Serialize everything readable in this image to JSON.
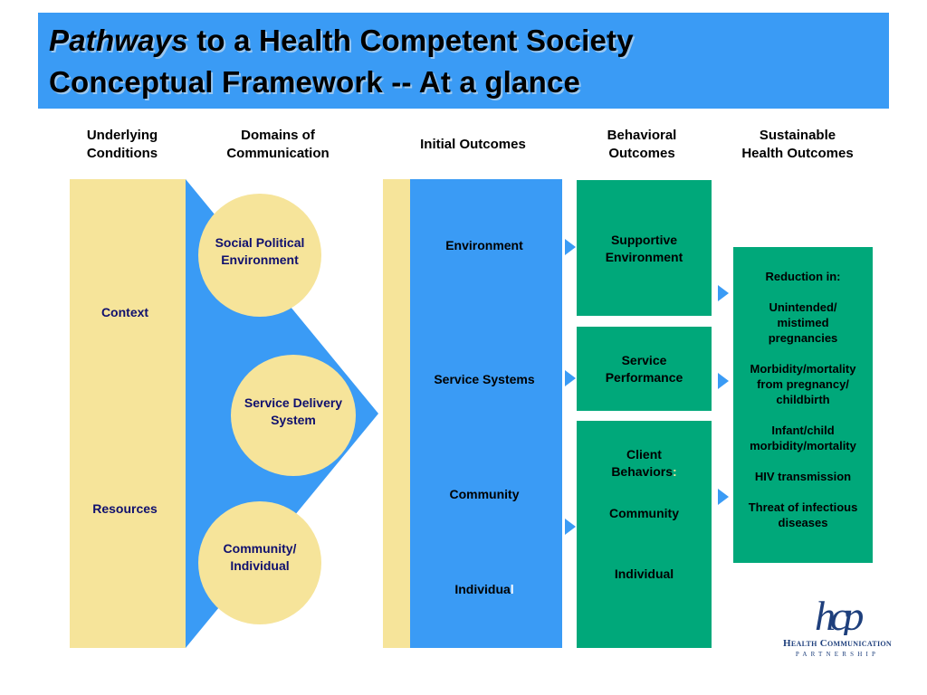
{
  "title": {
    "line1_italic": "Pathways",
    "line1_rest": " to a Health Competent Society",
    "line2": "Conceptual Framework -- At a glance"
  },
  "columns": {
    "underlying_l1": "Underlying",
    "underlying_l2": "Conditions",
    "domains_l1": "Domains of",
    "domains_l2": "Communication",
    "initial": "Initial Outcomes",
    "behavioral_l1": "Behavioral",
    "behavioral_l2": "Outcomes",
    "sustainable_l1": "Sustainable",
    "sustainable_l2": "Health Outcomes"
  },
  "underlying": {
    "context": "Context",
    "resources": "Resources"
  },
  "domains": {
    "social_l1": "Social Political",
    "social_l2": "Environment",
    "service_l1": "Service Delivery",
    "service_l2": "System",
    "community_l1": "Community/",
    "community_l2": "Individual"
  },
  "initial_outcomes": {
    "environment": "Environment",
    "service_systems": "Service Systems",
    "community": "Community",
    "individual_main": "Individua",
    "individual_last": "l"
  },
  "behavioral": {
    "supportive_l1": "Supportive",
    "supportive_l2": "Environment",
    "service_l1": "Service",
    "service_l2": "Performance",
    "client_l1": "Client",
    "client_l2": "Behaviors",
    "client_colon": ":",
    "community": "Community",
    "individual": "Individual"
  },
  "sustainable": {
    "header": "Reduction in:",
    "items": [
      [
        "Unintended/",
        "mistimed",
        "pregnancies"
      ],
      [
        "Morbidity/mortality",
        "from pregnancy/",
        "childbirth"
      ],
      [
        "Infant/child",
        "morbidity/mortality"
      ],
      [
        "HIV transmission"
      ],
      [
        "Threat of infectious",
        "diseases"
      ]
    ]
  },
  "logo": {
    "monogram": "hcp",
    "name_line1": "Health Communication",
    "name_line2": "PARTNERSHIP"
  },
  "colors": {
    "blue": "#3a9bf5",
    "yellow": "#f6e49a",
    "green": "#00a87a",
    "navy": "#10106e"
  }
}
